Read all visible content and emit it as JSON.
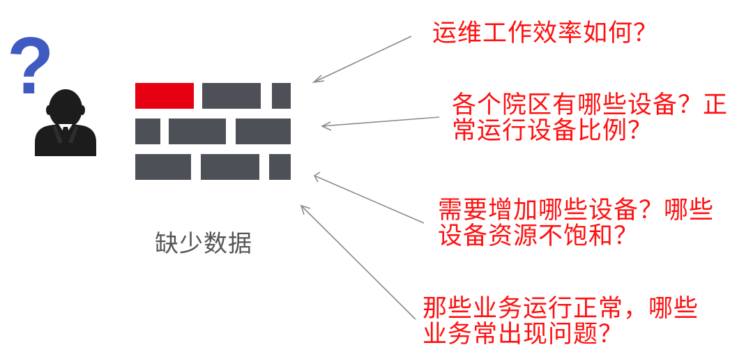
{
  "person": {
    "question_mark": "?"
  },
  "data_wall": {
    "caption": "缺少数据",
    "colors": {
      "highlight": "#e60012",
      "brick": "#4d5157"
    }
  },
  "questions": [
    {
      "lines": [
        "运维工作效率如何？"
      ]
    },
    {
      "lines": [
        "各个院区有哪些设备？正",
        "常运行设备比例？"
      ]
    },
    {
      "lines": [
        "需要增加哪些设备？哪些",
        "设备资源不饱和？"
      ]
    },
    {
      "lines": [
        "那些业务运行正常，哪些",
        "业务常出现问题？"
      ]
    }
  ],
  "colors": {
    "question_text": "#ff1010",
    "question_mark": "#3f5bc2",
    "arrow": "#8a8a8a"
  }
}
